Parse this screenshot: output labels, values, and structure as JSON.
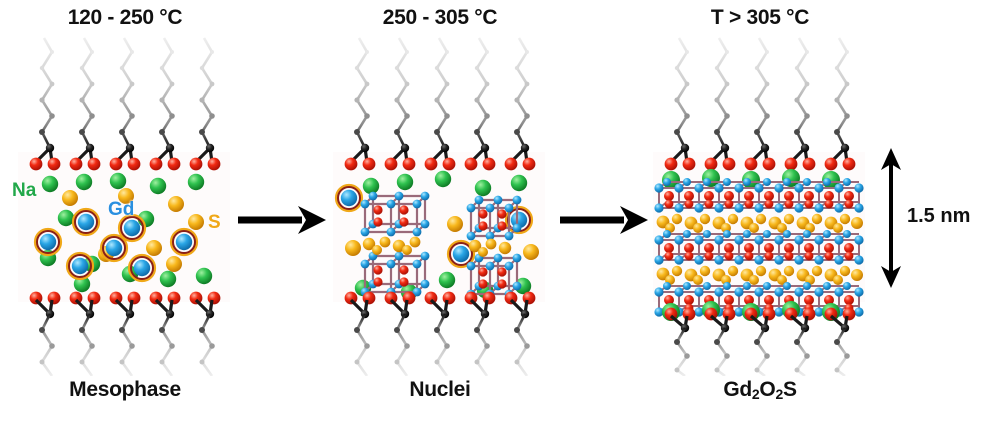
{
  "figure": {
    "description": "Thermal decomposition pathway from lamellar mesophase to Gd2O2S nanoplates",
    "background": "#ffffff"
  },
  "stages": [
    {
      "id": "mesophase",
      "title": "120 - 250 °C",
      "caption": "Mesophase",
      "caption_parts": [
        {
          "text": "Mesophase",
          "sub": false
        }
      ]
    },
    {
      "id": "nuclei",
      "title": "250 - 305 °C",
      "caption": "Nuclei",
      "caption_parts": [
        {
          "text": "Nuclei",
          "sub": false
        }
      ]
    },
    {
      "id": "product",
      "title": "T > 305 °C",
      "caption": "Gd2O2S",
      "caption_parts": [
        {
          "text": "Gd",
          "sub": false
        },
        {
          "text": "2",
          "sub": true
        },
        {
          "text": "O",
          "sub": false
        },
        {
          "text": "2",
          "sub": true
        },
        {
          "text": "S",
          "sub": false
        }
      ]
    }
  ],
  "legend": [
    {
      "symbol": "Na",
      "element": "sodium",
      "color": "#22a84a"
    },
    {
      "symbol": "Gd",
      "element": "gadolinium",
      "color": "#2a8fe0"
    },
    {
      "symbol": "S",
      "element": "sulfur",
      "color": "#f0a818"
    }
  ],
  "scale_bar": {
    "label": "1.5 nm",
    "orientation": "vertical",
    "double_headed": true
  },
  "arrows": [
    {
      "from": "mesophase",
      "to": "nuclei",
      "direction": "right"
    },
    {
      "from": "nuclei",
      "to": "product",
      "direction": "right"
    }
  ],
  "colors": {
    "sodium_green": "#22a84a",
    "gadolinium_blue": "#2a9fe0",
    "sulfur_yellow": "#f5b41c",
    "oxygen_red": "#ee2211",
    "carbon_black": "#1a1a1a",
    "chain_gray": "#c8c8c8",
    "bond_purple": "#9a6a7a",
    "ring_orange": "#f0a818",
    "ring_dark": "#8a2018",
    "arrow_black": "#000000",
    "text_black": "#111111"
  }
}
